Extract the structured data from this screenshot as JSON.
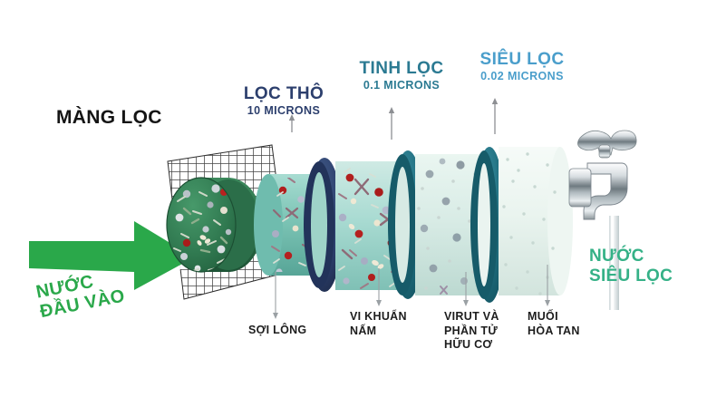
{
  "diagram": {
    "membrane_label": "MÀNG LỌC",
    "stages": [
      {
        "name": "LỌC THÔ",
        "spec": "10 MICRONS",
        "color": "#2c3f6d"
      },
      {
        "name": "TINH LỌC",
        "spec": "0.1 MICRONS",
        "color": "#2b7a92"
      },
      {
        "name": "SIÊU LỌC",
        "spec": "0.02 MICRONS",
        "color": "#4a9ecb"
      }
    ],
    "callouts": [
      {
        "text": "SỢI LÔNG"
      },
      {
        "text": "VI KHUẨN\nNẤM"
      },
      {
        "text": "VIRUT VÀ\nPHẦN TỬ\nHỮU CƠ"
      },
      {
        "text": "MUỐI\nHÒA TAN"
      }
    ],
    "inlet_label": "NƯỚC\nĐẦU VÀO",
    "outlet_label": "NƯỚC\nSIÊU LỌC",
    "colors": {
      "inlet_arrow": "#2aa84a",
      "inlet_text": "#2aa84a",
      "outlet_text": "#35b187",
      "membrane_text": "#151515",
      "ring_dark": "#27374f",
      "ring_teal": "#1d6a7a",
      "body_dirty": "#7fc6b8",
      "body_clean": "#e7f2ec",
      "disk_green": "#2f7a4e",
      "mesh": "#3a3a3a",
      "leader": "#9aa0a4",
      "faucet": "#b9c2c6"
    }
  }
}
